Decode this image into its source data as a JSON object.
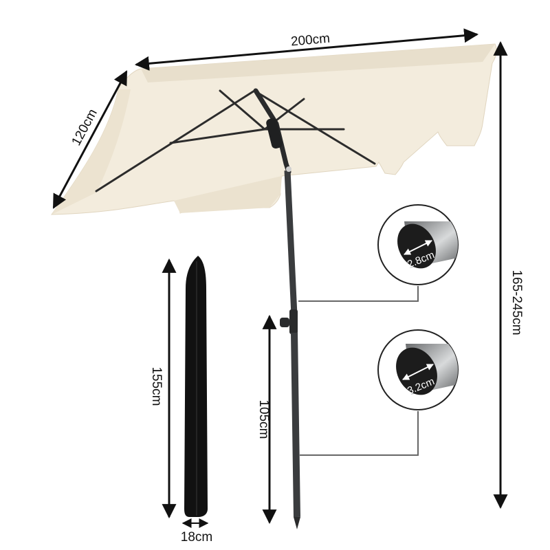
{
  "dimensions": {
    "width": "200cm",
    "depth": "120cm",
    "height_range": "165-245cm",
    "lower_pole": "105cm",
    "bag_length": "155cm",
    "bag_width": "18cm",
    "upper_pole_diameter": "2.8cm",
    "lower_pole_diameter": "3.2cm"
  },
  "colors": {
    "canopy": "#f3ecdd",
    "canopy_shade": "#e6dcc7",
    "pole": "#2f3133",
    "bag": "#111111",
    "arrow": "#111111"
  },
  "icons": {
    "upper_detail": "pole-cross-section-icon",
    "lower_detail": "pole-cross-section-icon"
  }
}
